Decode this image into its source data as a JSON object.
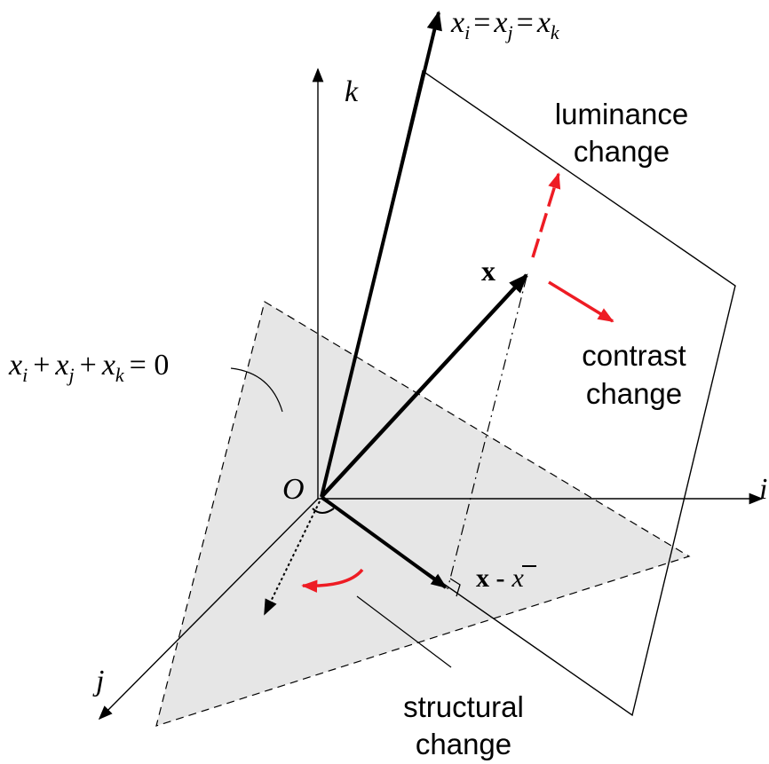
{
  "axes": {
    "i_label": "i",
    "j_label": "j",
    "k_label": "k",
    "origin_label": "O"
  },
  "diagonal": {
    "x_i": "x",
    "sub_i": "i",
    "eq1": "=",
    "x_j": "x",
    "sub_j": "j",
    "eq2": "=",
    "x_k": "x",
    "sub_k": "k"
  },
  "plane_equation": {
    "x_i": "x",
    "sub_i": "i",
    "plus1": "+",
    "x_j": "x",
    "sub_j": "j",
    "plus2": "+",
    "x_k": "x",
    "sub_k": "k",
    "equals": "= 0"
  },
  "vectors": {
    "x_label": "x",
    "x_minus_label": "x -",
    "x_bar_label": "x"
  },
  "labels": {
    "luminance_line1": "luminance",
    "luminance_line2": "change",
    "contrast_line1": "contrast",
    "contrast_line2": "change",
    "structural_line1": "structural",
    "structural_line2": "change"
  },
  "colors": {
    "red": "#ee1c24",
    "plane_fill": "#e6e6e6",
    "ink": "#000000"
  }
}
